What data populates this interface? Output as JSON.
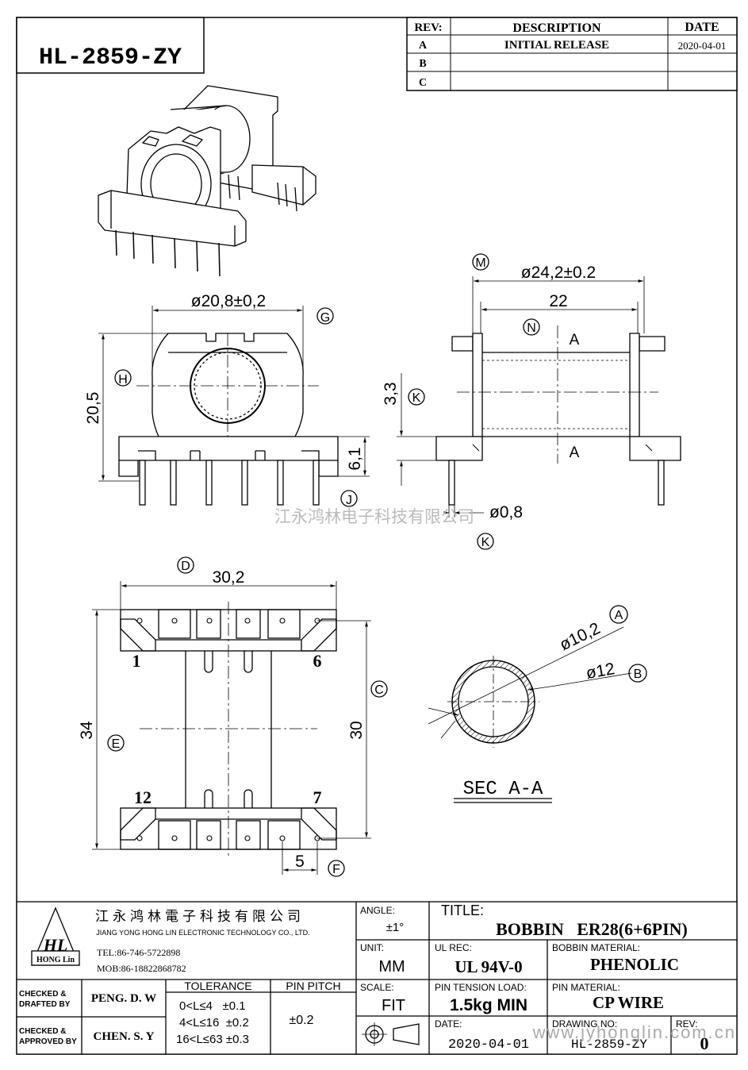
{
  "header": {
    "part_number": "HL-2859-ZY",
    "revision_table": {
      "columns": [
        "REV:",
        "DESCRIPTION",
        "DATE"
      ],
      "rows": [
        {
          "rev": "A",
          "description": "INITIAL  RELEASE",
          "date": "2020-04-01"
        },
        {
          "rev": "B",
          "description": "",
          "date": ""
        },
        {
          "rev": "C",
          "description": "",
          "date": ""
        }
      ]
    }
  },
  "drawing": {
    "watermark": "江永鸿林电子科技有限公司",
    "front_view": {
      "dim_width": "ø20,8±0,2",
      "dim_height": "20,5",
      "dim_base": "6,1",
      "label_width": "G",
      "label_height": "H",
      "label_base": "J"
    },
    "side_view": {
      "dim_flange": "ø24,2±0.2",
      "dim_winding": "22",
      "dim_base": "3,3",
      "dim_pin": "ø0,8",
      "label_flange": "M",
      "label_winding": "N",
      "label_base": "K",
      "label_pin": "K",
      "section_top": "A",
      "section_bottom": "A"
    },
    "bottom_view": {
      "dim_width": "30,2",
      "dim_length": "34",
      "dim_row_spacing": "30",
      "dim_pitch": "5",
      "label_width": "D",
      "label_length": "E",
      "label_row_spacing": "C",
      "label_pitch": "F",
      "pins": {
        "top_left": "1",
        "top_right": "6",
        "bottom_left": "12",
        "bottom_right": "7"
      }
    },
    "section": {
      "dim_inner": "ø10,2",
      "dim_outer": "ø12",
      "label_inner": "A",
      "label_outer": "B",
      "caption": "SEC  A-A"
    }
  },
  "title_block": {
    "company_cn": "江永鸿林電子科技有限公司",
    "company_en": "JIANG YONG HONG LIN ELECTRONIC TECHNOLOGY CO., LTD.",
    "tel": "TEL:86-746-5722898",
    "mob": "MOB:86-18822868782",
    "logo_text": "HL",
    "logo_sub": "HONG Lin",
    "checked_drafted_label": "CHECKED &\nDRAFTED BY",
    "checked_drafted_by": "PENG. D. W",
    "checked_approved_label": "CHECKED &\nAPPROVED BY",
    "checked_approved_by": "CHEN. S. Y",
    "tolerance_label": "TOLERANCE",
    "tolerance_rows": [
      "0<L≤4   ±0.1",
      "4<L≤16  ±0.2",
      "16<L≤63 ±0.3"
    ],
    "pin_pitch_label": "PIN PITCH",
    "pin_pitch": "±0.2",
    "angle_label": "ANGLE:",
    "angle": "±1°",
    "unit_label": "UNIT:",
    "unit": "MM",
    "scale_label": "SCALE:",
    "scale": "FIT",
    "title_label": "TITLE:",
    "title": "BOBBIN   ER28(6+6PIN)",
    "ul_label": "UL REC:",
    "ul": "UL 94V-0",
    "bobbin_material_label": "BOBBIN MATERIAL:",
    "bobbin_material": "PHENOLIC",
    "pin_tension_label": "PIN TENSION LOAD:",
    "pin_tension": "1.5kg MIN",
    "pin_material_label": "PIN MATERIAL:",
    "pin_material": "CP WIRE",
    "date_label": "DATE:",
    "date": "2020-04-01",
    "drawing_no_label": "DRAWING NO:",
    "drawing_no": "HL-2859-ZY",
    "rev_label": "REV:",
    "rev": "0",
    "website_watermark": "www.jyhonglin.com.cn"
  }
}
